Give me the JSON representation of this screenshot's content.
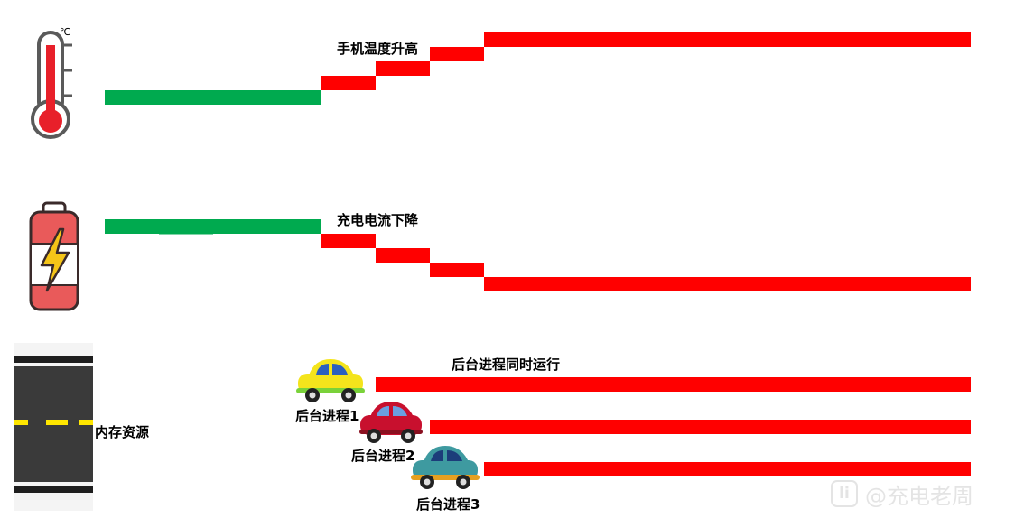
{
  "labels": {
    "temperature_rise": "手机温度升高",
    "current_drop": "充电电流下降",
    "memory": "内存资源",
    "concurrent": "后台进程同时运行",
    "proc1": "后台进程1",
    "proc2": "后台进程2",
    "proc3": "后台进程3"
  },
  "thermometer": {
    "unit": "℃"
  },
  "watermark": {
    "logo": "li",
    "text": "@充电老周"
  },
  "colors": {
    "normal": "#00aa4f",
    "alert": "#ff0000",
    "car1": "#f4e41c",
    "car2": "#c8102e",
    "car3": "#3e9aa0"
  },
  "icons": [
    "thermometer-icon",
    "battery-icon",
    "road-icon",
    "car-icon"
  ]
}
